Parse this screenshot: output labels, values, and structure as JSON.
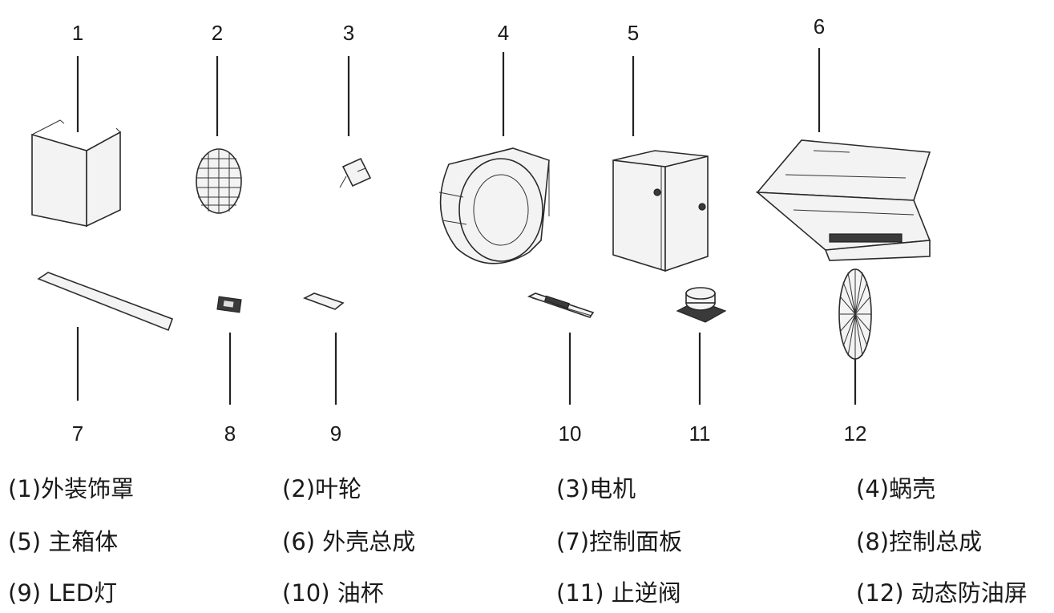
{
  "callout_numbers": [
    "1",
    "2",
    "3",
    "4",
    "5",
    "6",
    "7",
    "8",
    "9",
    "10",
    "11",
    "12"
  ],
  "legend": [
    {
      "text": "(1)外装饰罩"
    },
    {
      "text": "(2)叶轮"
    },
    {
      "text": "(3)电机"
    },
    {
      "text": "(4)蜗壳"
    },
    {
      "text": "(5) 主箱体"
    },
    {
      "text": "(6) 外壳总成"
    },
    {
      "text": "(7)控制面板"
    },
    {
      "text": "(8)控制总成"
    },
    {
      "text": "(9) LED灯"
    },
    {
      "text": "(10) 油杯"
    },
    {
      "text": "(11) 止逆阀"
    },
    {
      "text": "(12) 动态防油屏"
    }
  ]
}
